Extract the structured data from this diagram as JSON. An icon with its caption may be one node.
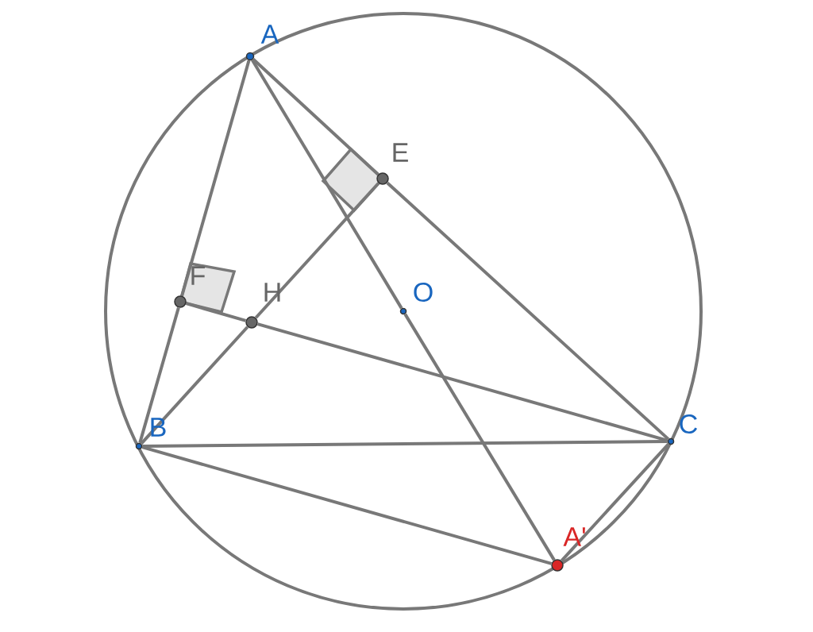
{
  "diagram": {
    "nodes": [
      {
        "text": [],
        "shape": "circle",
        "beside": [
          "A"
        ]
      },
      {
        "text": [],
        "shape": "circle",
        "beside": [
          "E"
        ]
      },
      {
        "text": [],
        "shape": "circle",
        "beside": [
          "F"
        ]
      },
      {
        "text": [],
        "shape": "circle",
        "beside": [
          "H"
        ]
      },
      {
        "text": [],
        "shape": "circle",
        "beside": [
          "O"
        ]
      },
      {
        "text": [],
        "shape": "circle",
        "beside": [
          "B"
        ]
      },
      {
        "text": [],
        "shape": "circle",
        "beside": [
          "C"
        ]
      },
      {
        "text": [],
        "shape": "circle",
        "beside": [
          "A'"
        ]
      }
    ],
    "edges": [
      {
        "from": 0,
        "to": 2,
        "arrow": "none"
      },
      {
        "from": 2,
        "to": 5,
        "arrow": "none"
      },
      {
        "from": 0,
        "to": 1,
        "arrow": "none"
      },
      {
        "from": 1,
        "to": 6,
        "arrow": "none"
      },
      {
        "from": 5,
        "to": 6,
        "arrow": "none"
      },
      {
        "from": 0,
        "to": 4,
        "arrow": "none"
      },
      {
        "from": 4,
        "to": 7,
        "arrow": "none"
      },
      {
        "from": 5,
        "to": 7,
        "arrow": "none"
      },
      {
        "from": 6,
        "to": 7,
        "arrow": "none"
      },
      {
        "from": 5,
        "to": 3,
        "arrow": "none"
      },
      {
        "from": 3,
        "to": 1,
        "arrow": "none"
      },
      {
        "from": 6,
        "to": 3,
        "arrow": "none"
      },
      {
        "from": 3,
        "to": 2,
        "arrow": "none"
      }
    ]
  }
}
